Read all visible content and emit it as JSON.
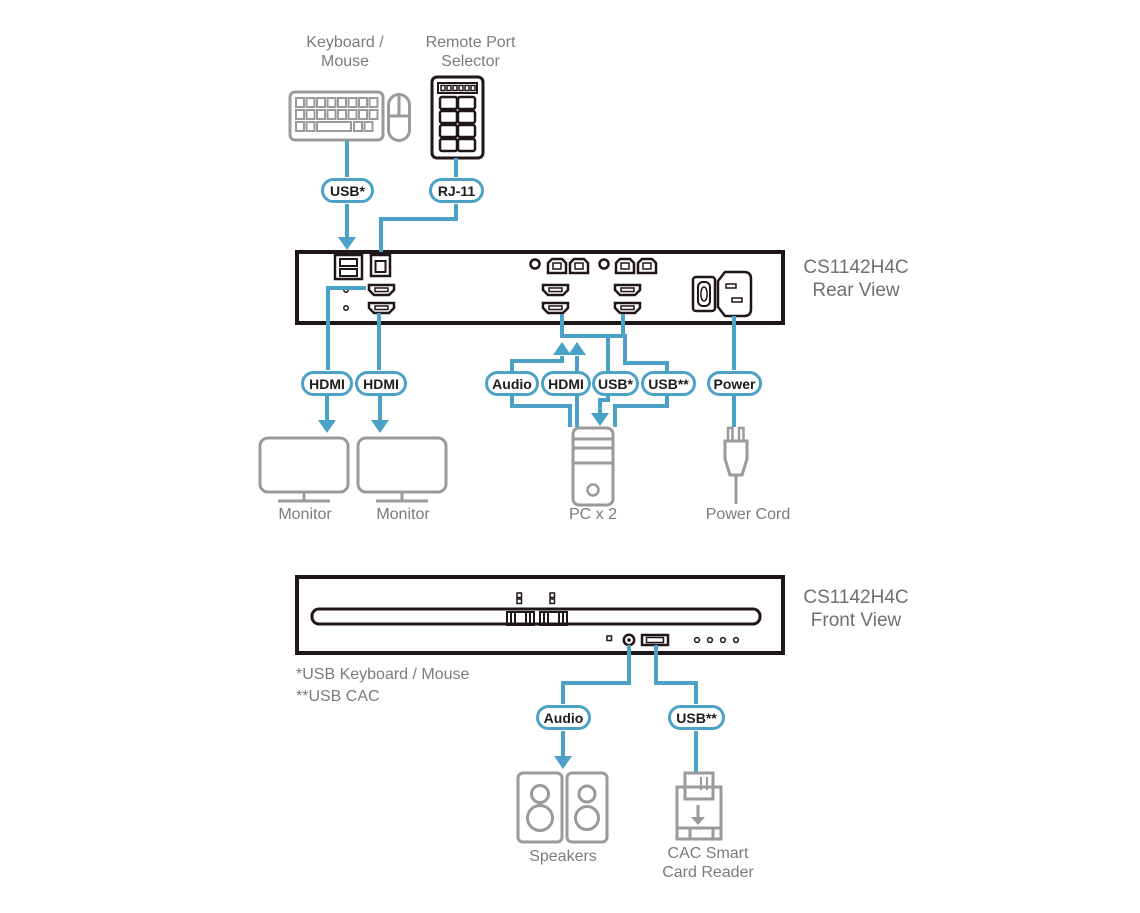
{
  "labels": {
    "keyboard_mouse_1": "Keyboard /",
    "keyboard_mouse_2": "Mouse",
    "selector_1": "Remote Port",
    "selector_2": "Selector",
    "rear_title_1": "CS1142H4C",
    "rear_title_2": "Rear View",
    "front_title_1": "CS1142H4C",
    "front_title_2": "Front View",
    "monitor_1": "Monitor",
    "monitor_2": "Monitor",
    "pc": "PC x 2",
    "power_cord": "Power Cord",
    "speakers": "Speakers",
    "cac_1": "CAC Smart",
    "cac_2": "Card Reader",
    "footnote_1": "*USB Keyboard / Mouse",
    "footnote_2": "**USB CAC"
  },
  "pills": {
    "usb_kb": "USB*",
    "rj11": "RJ-11",
    "hdmi_a": "HDMI",
    "hdmi_b": "HDMI",
    "audio_pc": "Audio",
    "hdmi_pc": "HDMI",
    "usb_kb_pc": "USB*",
    "usb_cac_pc": "USB**",
    "power": "Power",
    "audio_front": "Audio",
    "usb_cac_front": "USB**"
  },
  "colors": {
    "cable_blue": "#4ba2c6",
    "icon_gray": "#9a9a9a",
    "text_gray": "#7b7b7b",
    "device_dark": "#201518"
  }
}
